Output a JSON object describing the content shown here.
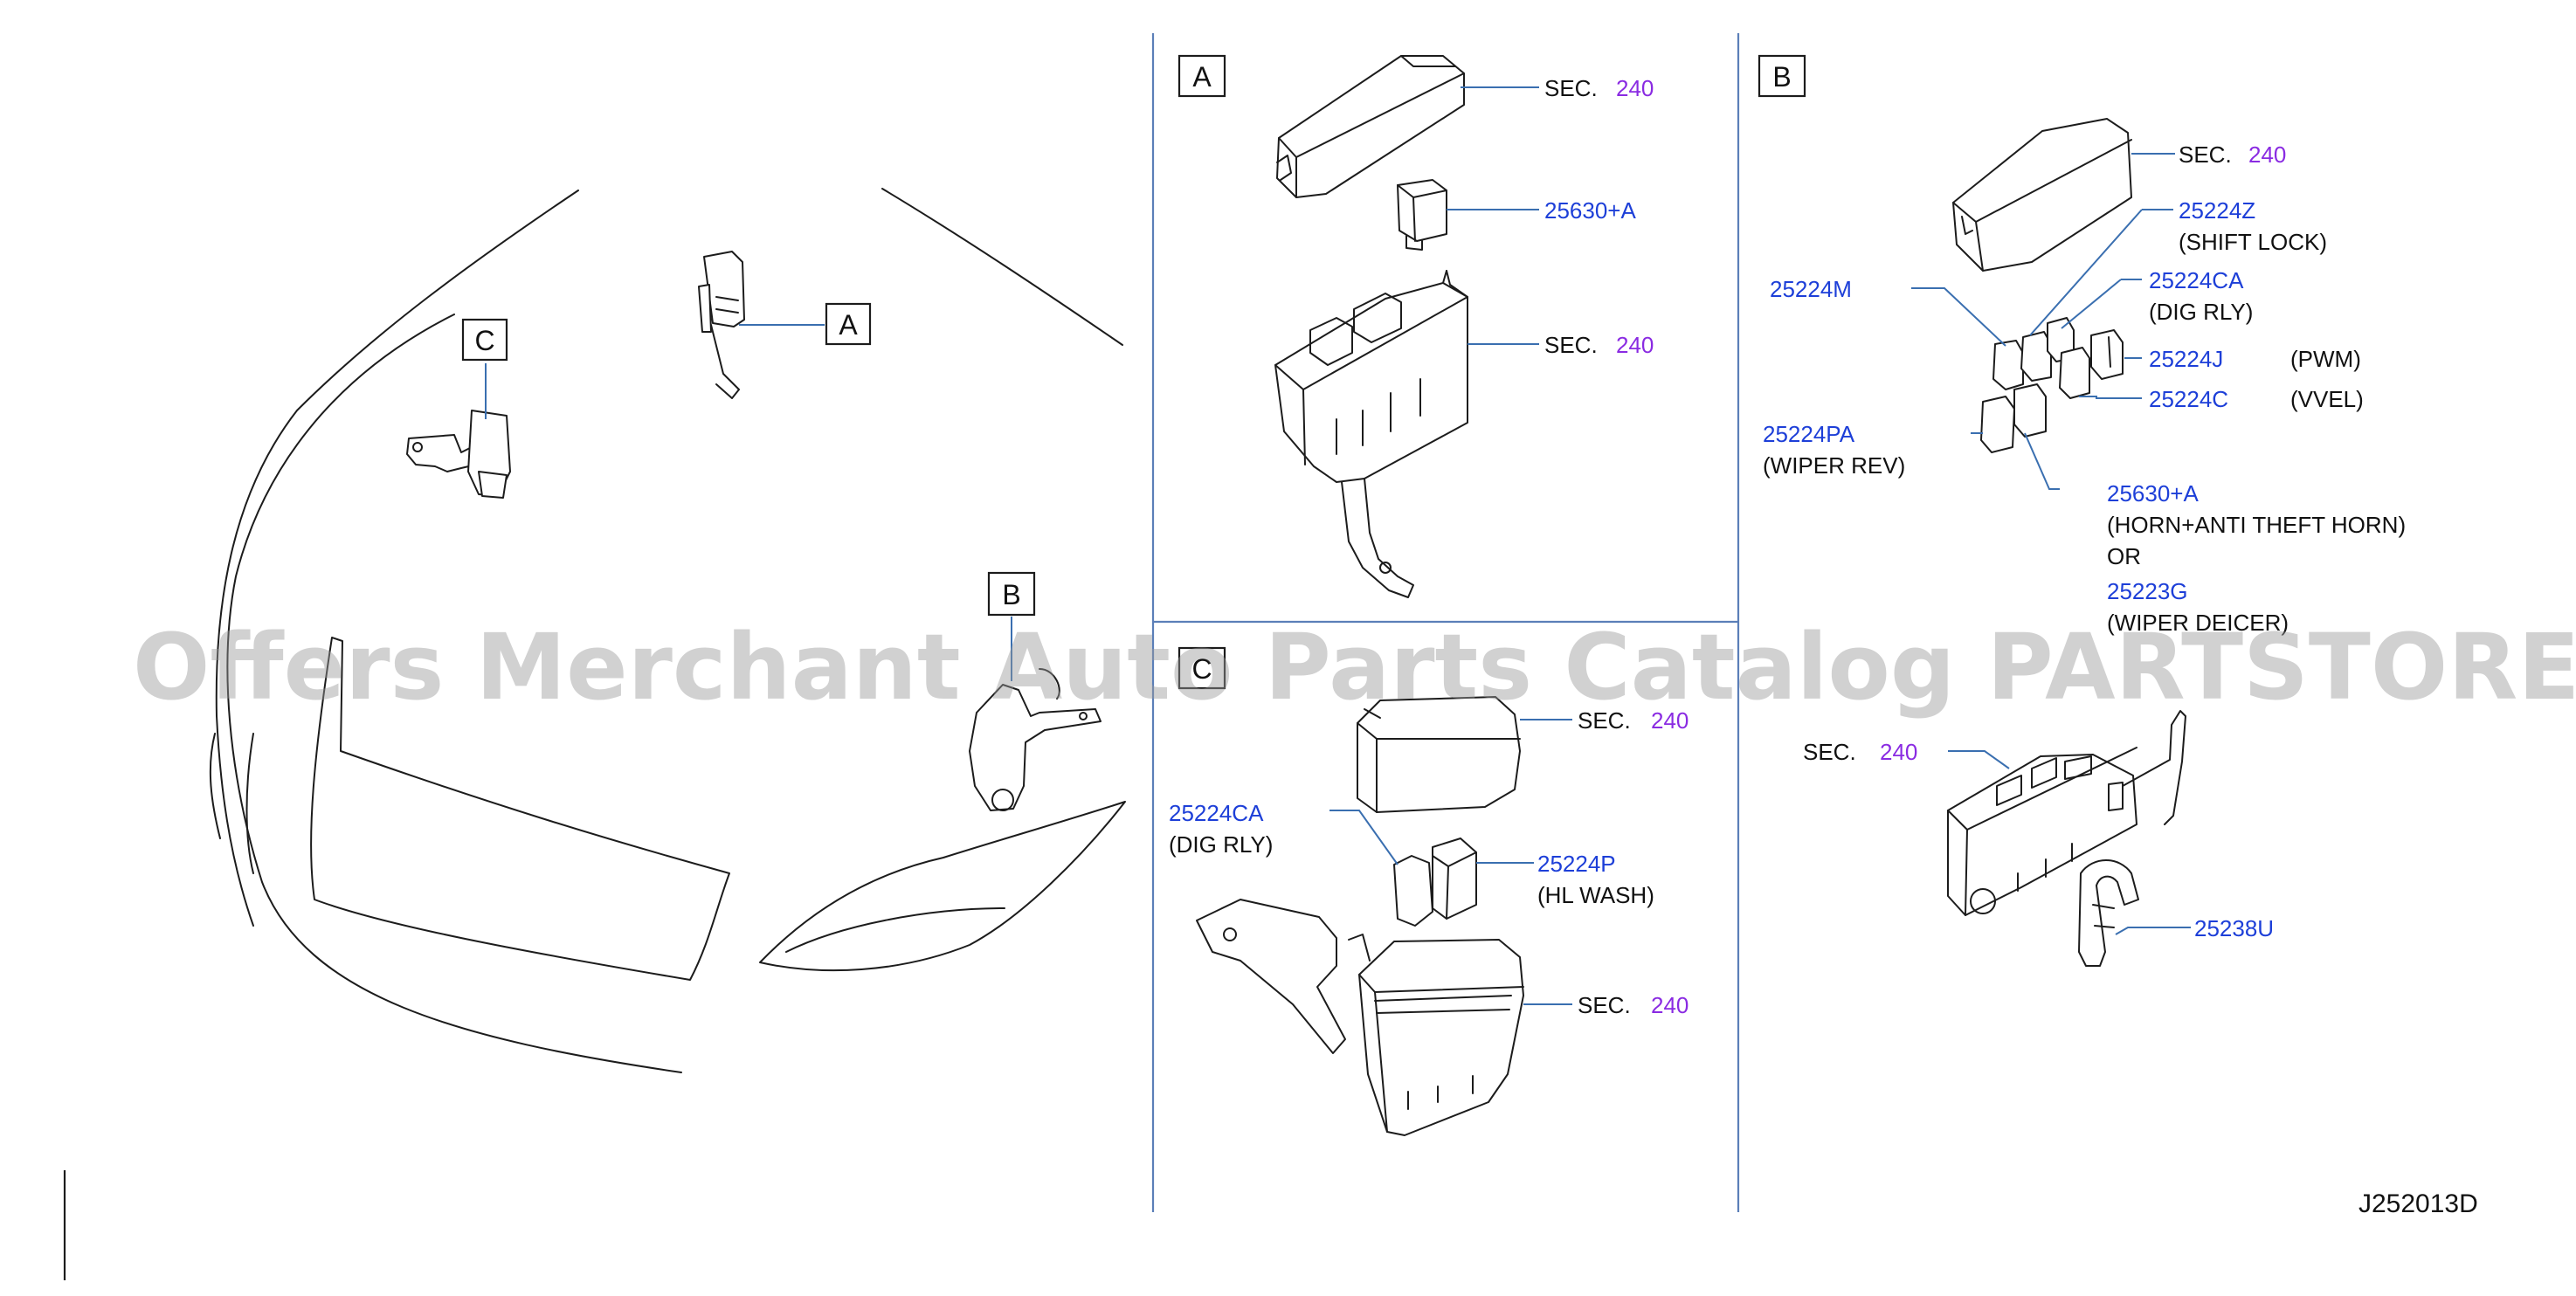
{
  "watermark": "Offers Merchant Auto Parts Catalog PARTSTORE.SA",
  "diagram_code": "J252013D",
  "overview": {
    "callout_a": "A",
    "callout_b": "B",
    "callout_c": "C"
  },
  "section_a": {
    "label": "A",
    "sec_top": "SEC.",
    "sec_top_num": "240",
    "relay_part": "25630+A",
    "sec_bottom": "SEC.",
    "sec_bottom_num": "240"
  },
  "section_b": {
    "label": "B",
    "sec_top": "SEC.",
    "sec_top_num": "240",
    "p_25224Z": "25224Z",
    "p_25224Z_desc": "(SHIFT   LOCK)",
    "p_25224M": "25224M",
    "p_25224CA": "25224CA",
    "p_25224CA_desc": "(DIG   RLY)",
    "p_25224J": "25224J",
    "p_25224J_desc": "(PWM)",
    "p_25224C": "25224C",
    "p_25224C_desc": "(VVEL)",
    "p_25224PA": "25224PA",
    "p_25224PA_desc": "(WIPER   REV)",
    "p_25630A": "25630+A",
    "p_25630A_desc": "(HORN+ANTI   THEFT   HORN)",
    "or": "OR",
    "p_25223G": "25223G",
    "p_25223G_desc": "(WIPER   DEICER)",
    "sec_bottom": "SEC.",
    "sec_bottom_num": "240",
    "p_25238U": "25238U"
  },
  "section_c": {
    "label": "C",
    "sec_top": "SEC.",
    "sec_top_num": "240",
    "p_25224CA": "25224CA",
    "p_25224CA_desc": "(DIG   RLY)",
    "p_25224P": "25224P",
    "p_25224P_desc": "(HL   WASH)",
    "sec_bottom": "SEC.",
    "sec_bottom_num": "240"
  },
  "colors": {
    "part_number": "#1d3fd8",
    "section_number": "#8a2be2",
    "divider": "#5b7fb8",
    "leader": "#3a6fb0"
  }
}
